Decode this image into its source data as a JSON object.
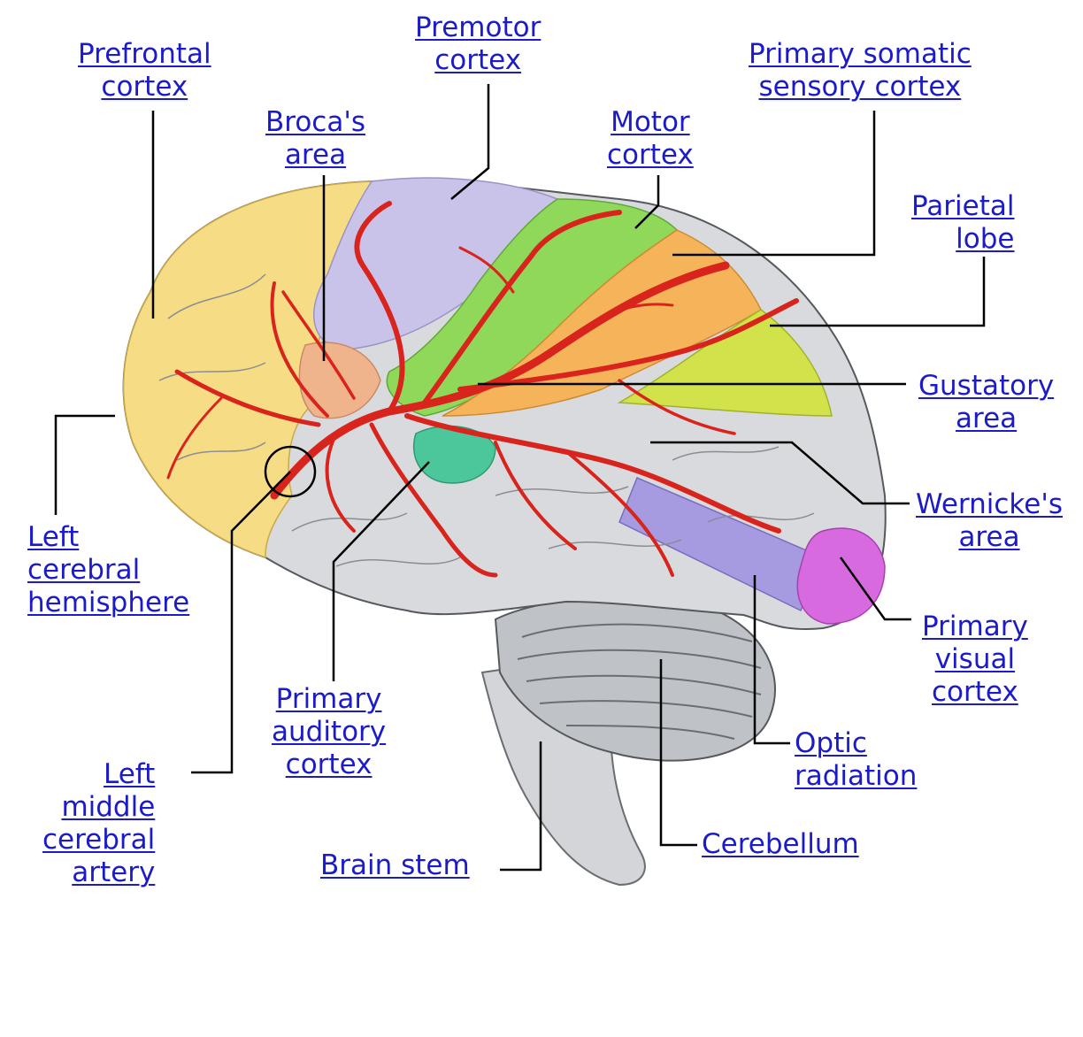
{
  "colors": {
    "link": "#1b1bc9",
    "leader": "#000000",
    "artery": "#d8241c",
    "prefrontal": "#f6dc84",
    "premotor": "#c9c3ea",
    "motor": "#8fd85a",
    "somatic": "#f6b45a",
    "parietal": "#d2e24a",
    "auditory": "#4cc79c",
    "visual": "#d86ae0",
    "optic": "#9d8fe0",
    "temporal": "#d8dadd",
    "cerebellum": "#bfc2c6"
  },
  "labels": {
    "prefrontal_cortex": [
      "Prefrontal",
      "cortex"
    ],
    "premotor_cortex": [
      "Premotor",
      "cortex"
    ],
    "primary_somatic_sensory_cortex": [
      "Primary somatic",
      "sensory cortex"
    ],
    "brocas_area": [
      "Broca's",
      "area"
    ],
    "motor_cortex": [
      "Motor",
      "cortex"
    ],
    "parietal_lobe": [
      "Parietal",
      "lobe"
    ],
    "gustatory_area": [
      "Gustatory",
      "area"
    ],
    "wernickes_area": [
      "Wernicke's",
      "area"
    ],
    "left_cerebral_hemisphere": [
      "Left",
      "cerebral",
      "hemisphere"
    ],
    "primary_visual_cortex": [
      "Primary",
      "visual",
      "cortex"
    ],
    "primary_auditory_cortex": [
      "Primary",
      "auditory",
      "cortex"
    ],
    "optic_radiation": [
      "Optic",
      "radiation"
    ],
    "left_middle_cerebral_artery": [
      "Left",
      "middle",
      "cerebral",
      "artery"
    ],
    "brain_stem": [
      "Brain stem"
    ],
    "cerebellum": [
      "Cerebellum"
    ]
  }
}
